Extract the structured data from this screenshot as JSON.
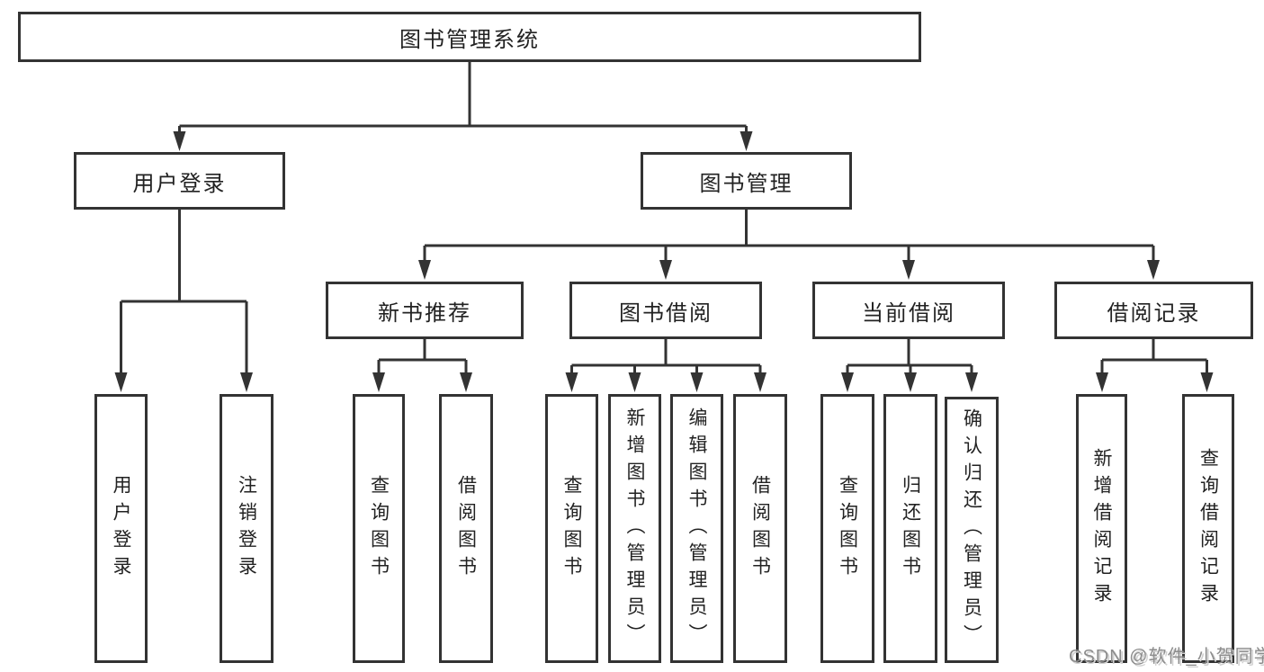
{
  "diagram": {
    "root": {
      "label": "图书管理系统"
    },
    "branches": [
      {
        "label": "用户登录",
        "children": [
          {
            "label": "用户登录"
          },
          {
            "label": "注销登录"
          }
        ]
      },
      {
        "label": "图书管理",
        "children": [
          {
            "label": "新书推荐",
            "children": [
              {
                "label": "查询图书"
              },
              {
                "label": "借阅图书"
              }
            ]
          },
          {
            "label": "图书借阅",
            "children": [
              {
                "label": "查询图书"
              },
              {
                "label": "新增图书（管理员）"
              },
              {
                "label": "编辑图书（管理员）"
              },
              {
                "label": "借阅图书"
              }
            ]
          },
          {
            "label": "当前借阅",
            "children": [
              {
                "label": "查询图书"
              },
              {
                "label": "归还图书"
              },
              {
                "label": "确认归还（管理员）"
              }
            ]
          },
          {
            "label": "借阅记录",
            "children": [
              {
                "label": "新增借阅记录"
              },
              {
                "label": "查询借阅记录"
              }
            ]
          }
        ]
      }
    ],
    "watermark": "CSDN @软件_小贺同学",
    "colors": {
      "line": "#333333",
      "text": "#222222",
      "background": "#ffffff",
      "watermark": "#8c8c8c"
    }
  }
}
